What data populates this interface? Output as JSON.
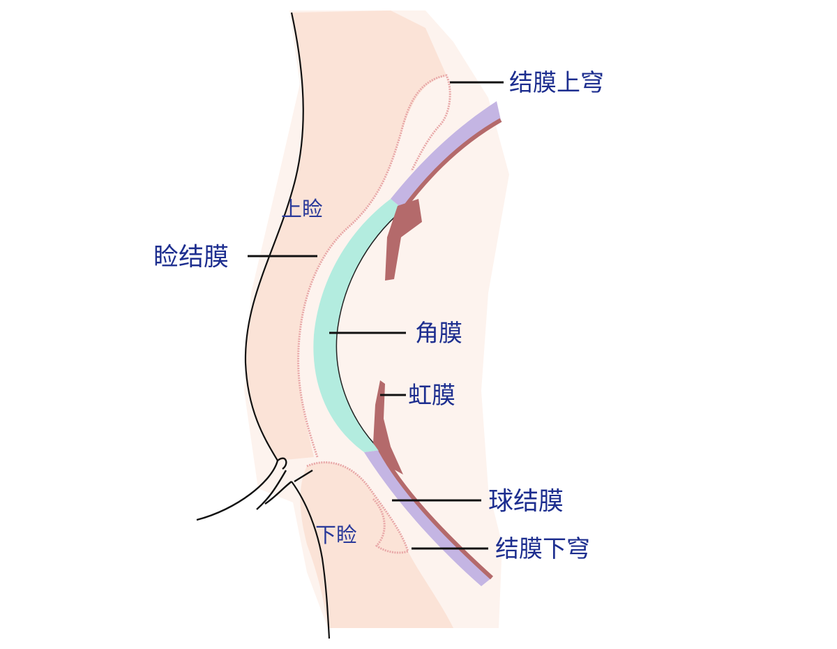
{
  "labels": {
    "upper_fornix": "结膜上穹",
    "upper_lid": "上睑",
    "palpebral_conjunctiva": "睑结膜",
    "cornea": "角膜",
    "iris": "虹膜",
    "bulbar_conjunctiva": "球结膜",
    "lower_lid": "下睑",
    "lower_fornix": "结膜下穹"
  },
  "colors": {
    "skin": "#fbe7dd",
    "conjunctiva_outline": "#e8a7a7",
    "cornea": "#b3ecdf",
    "sclera": "#c4b5e3",
    "iris": "#b46a6b",
    "label_text": "#1d2e8f"
  }
}
